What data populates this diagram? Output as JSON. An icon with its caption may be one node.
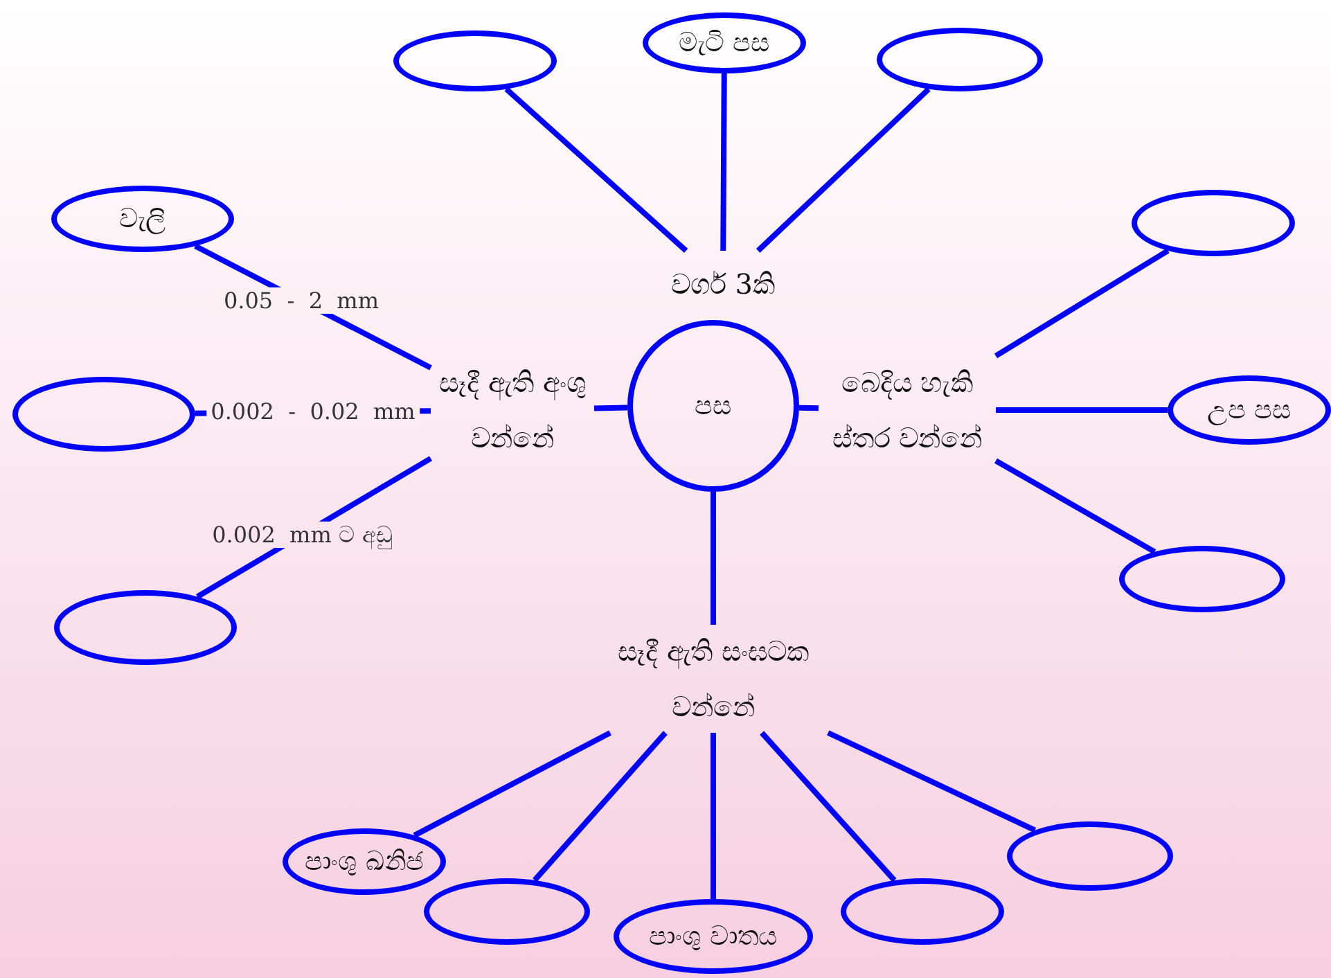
{
  "diagram": {
    "nodes": [
      {
        "text": [
          "පස"
        ]
      },
      {
        "text": [
          "වර්ග 3කි"
        ]
      },
      {
        "text": [],
        "shape": "ellipse"
      },
      {
        "text": [
          "මැටි පස"
        ]
      },
      {
        "text": [],
        "shape": "ellipse"
      },
      {
        "text": [
          "සෑදී ඇති අංශු වන්නේ"
        ]
      },
      {
        "text": [
          "වැලි"
        ]
      },
      {
        "text": [],
        "shape": "ellipse"
      },
      {
        "text": [],
        "shape": "ellipse"
      },
      {
        "text": [
          "බෙදිය හැකි ස්තර වන්නේ"
        ]
      },
      {
        "text": [],
        "shape": "ellipse"
      },
      {
        "text": [
          "උප පස"
        ]
      },
      {
        "text": [],
        "shape": "ellipse"
      },
      {
        "text": [
          "සෑදී ඇති සංඝටක වන්නේ"
        ]
      },
      {
        "text": [
          "පාංශු ඛනිජ"
        ]
      },
      {
        "text": [],
        "shape": "ellipse"
      },
      {
        "text": [
          "පාංශු වාතය"
        ]
      },
      {
        "text": [],
        "shape": "ellipse"
      },
      {
        "text": [],
        "shape": "ellipse"
      }
    ],
    "edges": [
      {
        "from": 0,
        "to": 5,
        "arrow": "none"
      },
      {
        "from": 0,
        "to": 9,
        "arrow": "none"
      },
      {
        "from": 0,
        "to": 13,
        "arrow": "none"
      },
      {
        "from": 1,
        "to": 2,
        "arrow": "none"
      },
      {
        "from": 1,
        "to": 3,
        "arrow": "none"
      },
      {
        "from": 1,
        "to": 4,
        "arrow": "none"
      },
      {
        "from": 5,
        "to": 6,
        "arrow": "none",
        "label": "0.05  -  2  mm"
      },
      {
        "from": 5,
        "to": 7,
        "arrow": "none",
        "label": "0.002  -  0.02  mm"
      },
      {
        "from": 5,
        "to": 8,
        "arrow": "none",
        "label": "0.002  mm ට අඩු"
      },
      {
        "from": 9,
        "to": 10,
        "arrow": "none"
      },
      {
        "from": 9,
        "to": 11,
        "arrow": "none"
      },
      {
        "from": 9,
        "to": 12,
        "arrow": "none"
      },
      {
        "from": 13,
        "to": 14,
        "arrow": "none"
      },
      {
        "from": 13,
        "to": 15,
        "arrow": "none"
      },
      {
        "from": 13,
        "to": 16,
        "arrow": "none"
      },
      {
        "from": 13,
        "to": 17,
        "arrow": "none"
      },
      {
        "from": 13,
        "to": 18,
        "arrow": "none"
      }
    ]
  }
}
